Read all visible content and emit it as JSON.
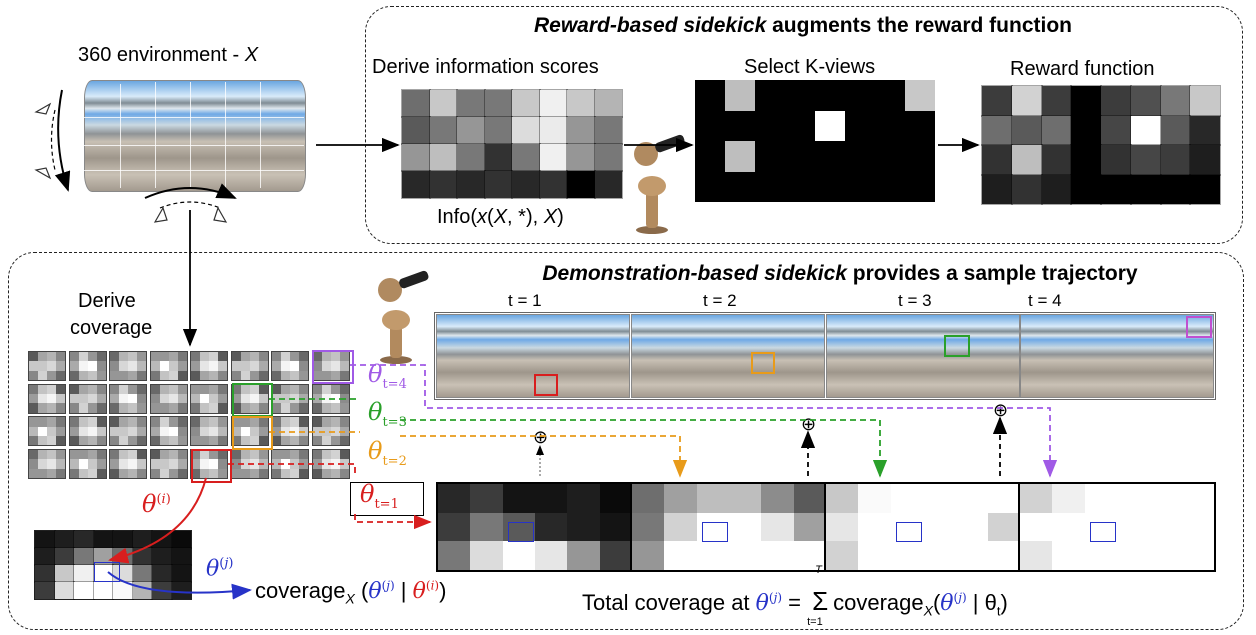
{
  "env_label": {
    "prefix": "360 environment - ",
    "var": "X"
  },
  "reward_panel": {
    "title_emph": "Reward-based sidekick",
    "title_rest": " augments the reward function",
    "step1": "Derive information scores",
    "step2": "Select K-views",
    "step3": "Reward function",
    "info_formula": "Info(x(X, *), X)"
  },
  "demo_panel": {
    "title_emph": "Demonstration-based sidekick",
    "title_rest": " provides a sample trajectory",
    "derive": "Derive",
    "coverage": "coverage",
    "t_labels": [
      "t = 1",
      "t = 2",
      "t = 3",
      "t = 4"
    ],
    "theta_labels": [
      {
        "sym": "θ",
        "sub": "t=4",
        "color": "#a05ae6"
      },
      {
        "sym": "θ",
        "sub": "t=3",
        "color": "#2aa02a"
      },
      {
        "sym": "θ",
        "sub": "t=2",
        "color": "#e89b1a"
      },
      {
        "sym": "θ",
        "sub": "t=1",
        "color": "#d81e1e"
      }
    ],
    "theta_i": "θ(i)",
    "theta_j": "θ(j)",
    "coverage_formula": "coverage X (θ(j) | θ(i))",
    "total_label": "Total coverage at",
    "total_formula": "= Σ coverage X (θ(j) | θt)",
    "sum_top": "T",
    "sum_bottom": "t=1",
    "oplus": "⊕"
  },
  "colors": {
    "red": "#d81e1e",
    "orange": "#e89b1a",
    "green": "#2aa02a",
    "purple": "#a05ae6",
    "blue": "#2733c8"
  }
}
